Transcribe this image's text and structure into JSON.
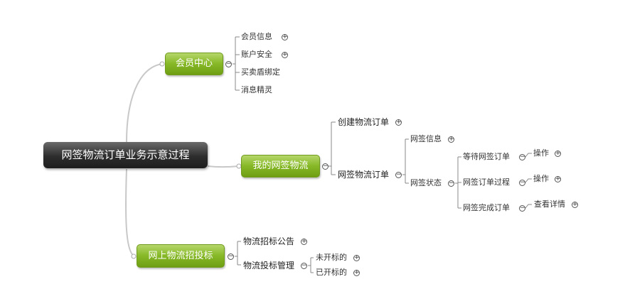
{
  "root": {
    "label": "网签物流订单业务示意过程"
  },
  "branches": {
    "member": {
      "label": "会员中心",
      "children": [
        "会员信息",
        "账户安全",
        "买卖盾绑定",
        "消息精灵"
      ]
    },
    "mylogistics": {
      "label": "我的网签物流",
      "create_order": "创建物流订单",
      "sign_order": "网签物流订单",
      "sign_info": "网签信息",
      "sign_status": "网签状态",
      "pending": "等待网签订单",
      "in_progress": "网签订单过程",
      "completed": "网签完成订单",
      "operate_1": "操作",
      "operate_2": "操作",
      "view_details": "查看详情"
    },
    "bidding": {
      "label": "网上物流招投标",
      "announcement": "物流招标公告",
      "bid_management": "物流投标管理",
      "not_opened": "未开标的",
      "opened": "已开标的"
    }
  },
  "toggles": {
    "expand": "+",
    "collapse": "−"
  },
  "colors": {
    "root": "#2d2d2d",
    "main_topic": "#86b826",
    "connector": "#c8c8c8"
  }
}
